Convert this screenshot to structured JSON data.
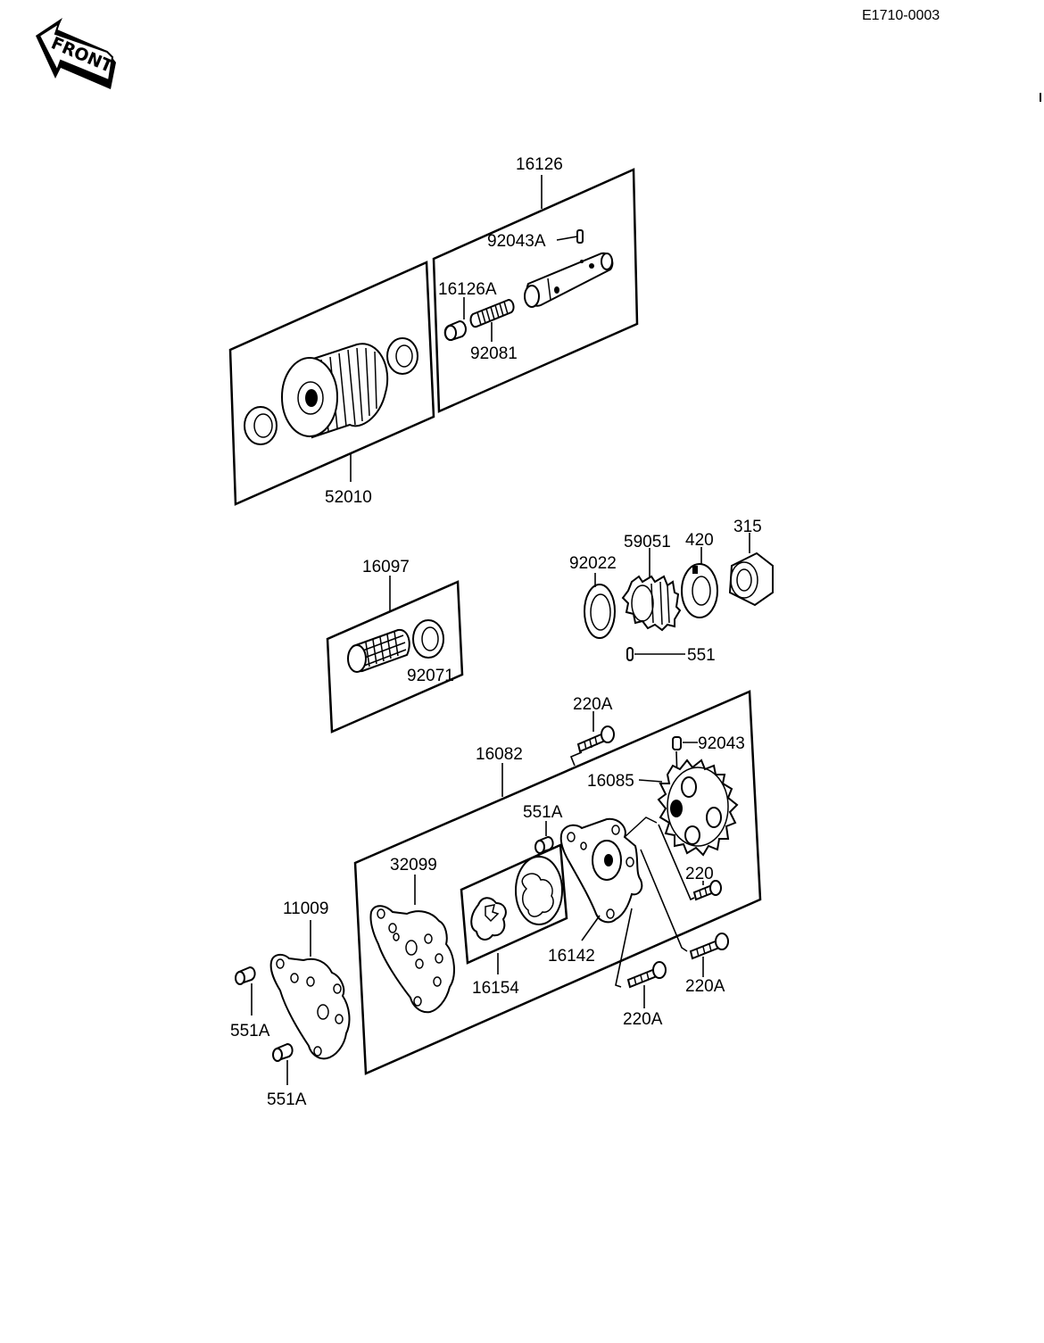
{
  "header": {
    "ref_code": "E1710-0003",
    "front_arrow_text": "FRONT"
  },
  "assemblies": {
    "oil_filter": {
      "label": "52010"
    },
    "relief_valve": {
      "label": "16126",
      "parts": {
        "pin": "92043A",
        "plunger": "16126A",
        "spring": "92081"
      }
    },
    "oil_screen": {
      "label": "16097",
      "parts": {
        "oring": "92071"
      }
    },
    "drive_gear_set": {
      "parts": {
        "washer": "92022",
        "gear": "59051",
        "collar": "420",
        "nut": "315",
        "key": "551"
      }
    },
    "oil_pump": {
      "label": "16082",
      "parts": {
        "bolt_top": "220A",
        "pin_top": "92043",
        "sprocket": "16085",
        "dowel": "551A",
        "cover": "32099",
        "rotor_set": "16154",
        "body": "16142",
        "bolt_small": "220",
        "bolt_right": "220A",
        "bolt_bottom": "220A"
      }
    },
    "gasket": {
      "label": "11009",
      "parts": {
        "dowel_a": "551A",
        "dowel_b": "551A"
      }
    }
  }
}
